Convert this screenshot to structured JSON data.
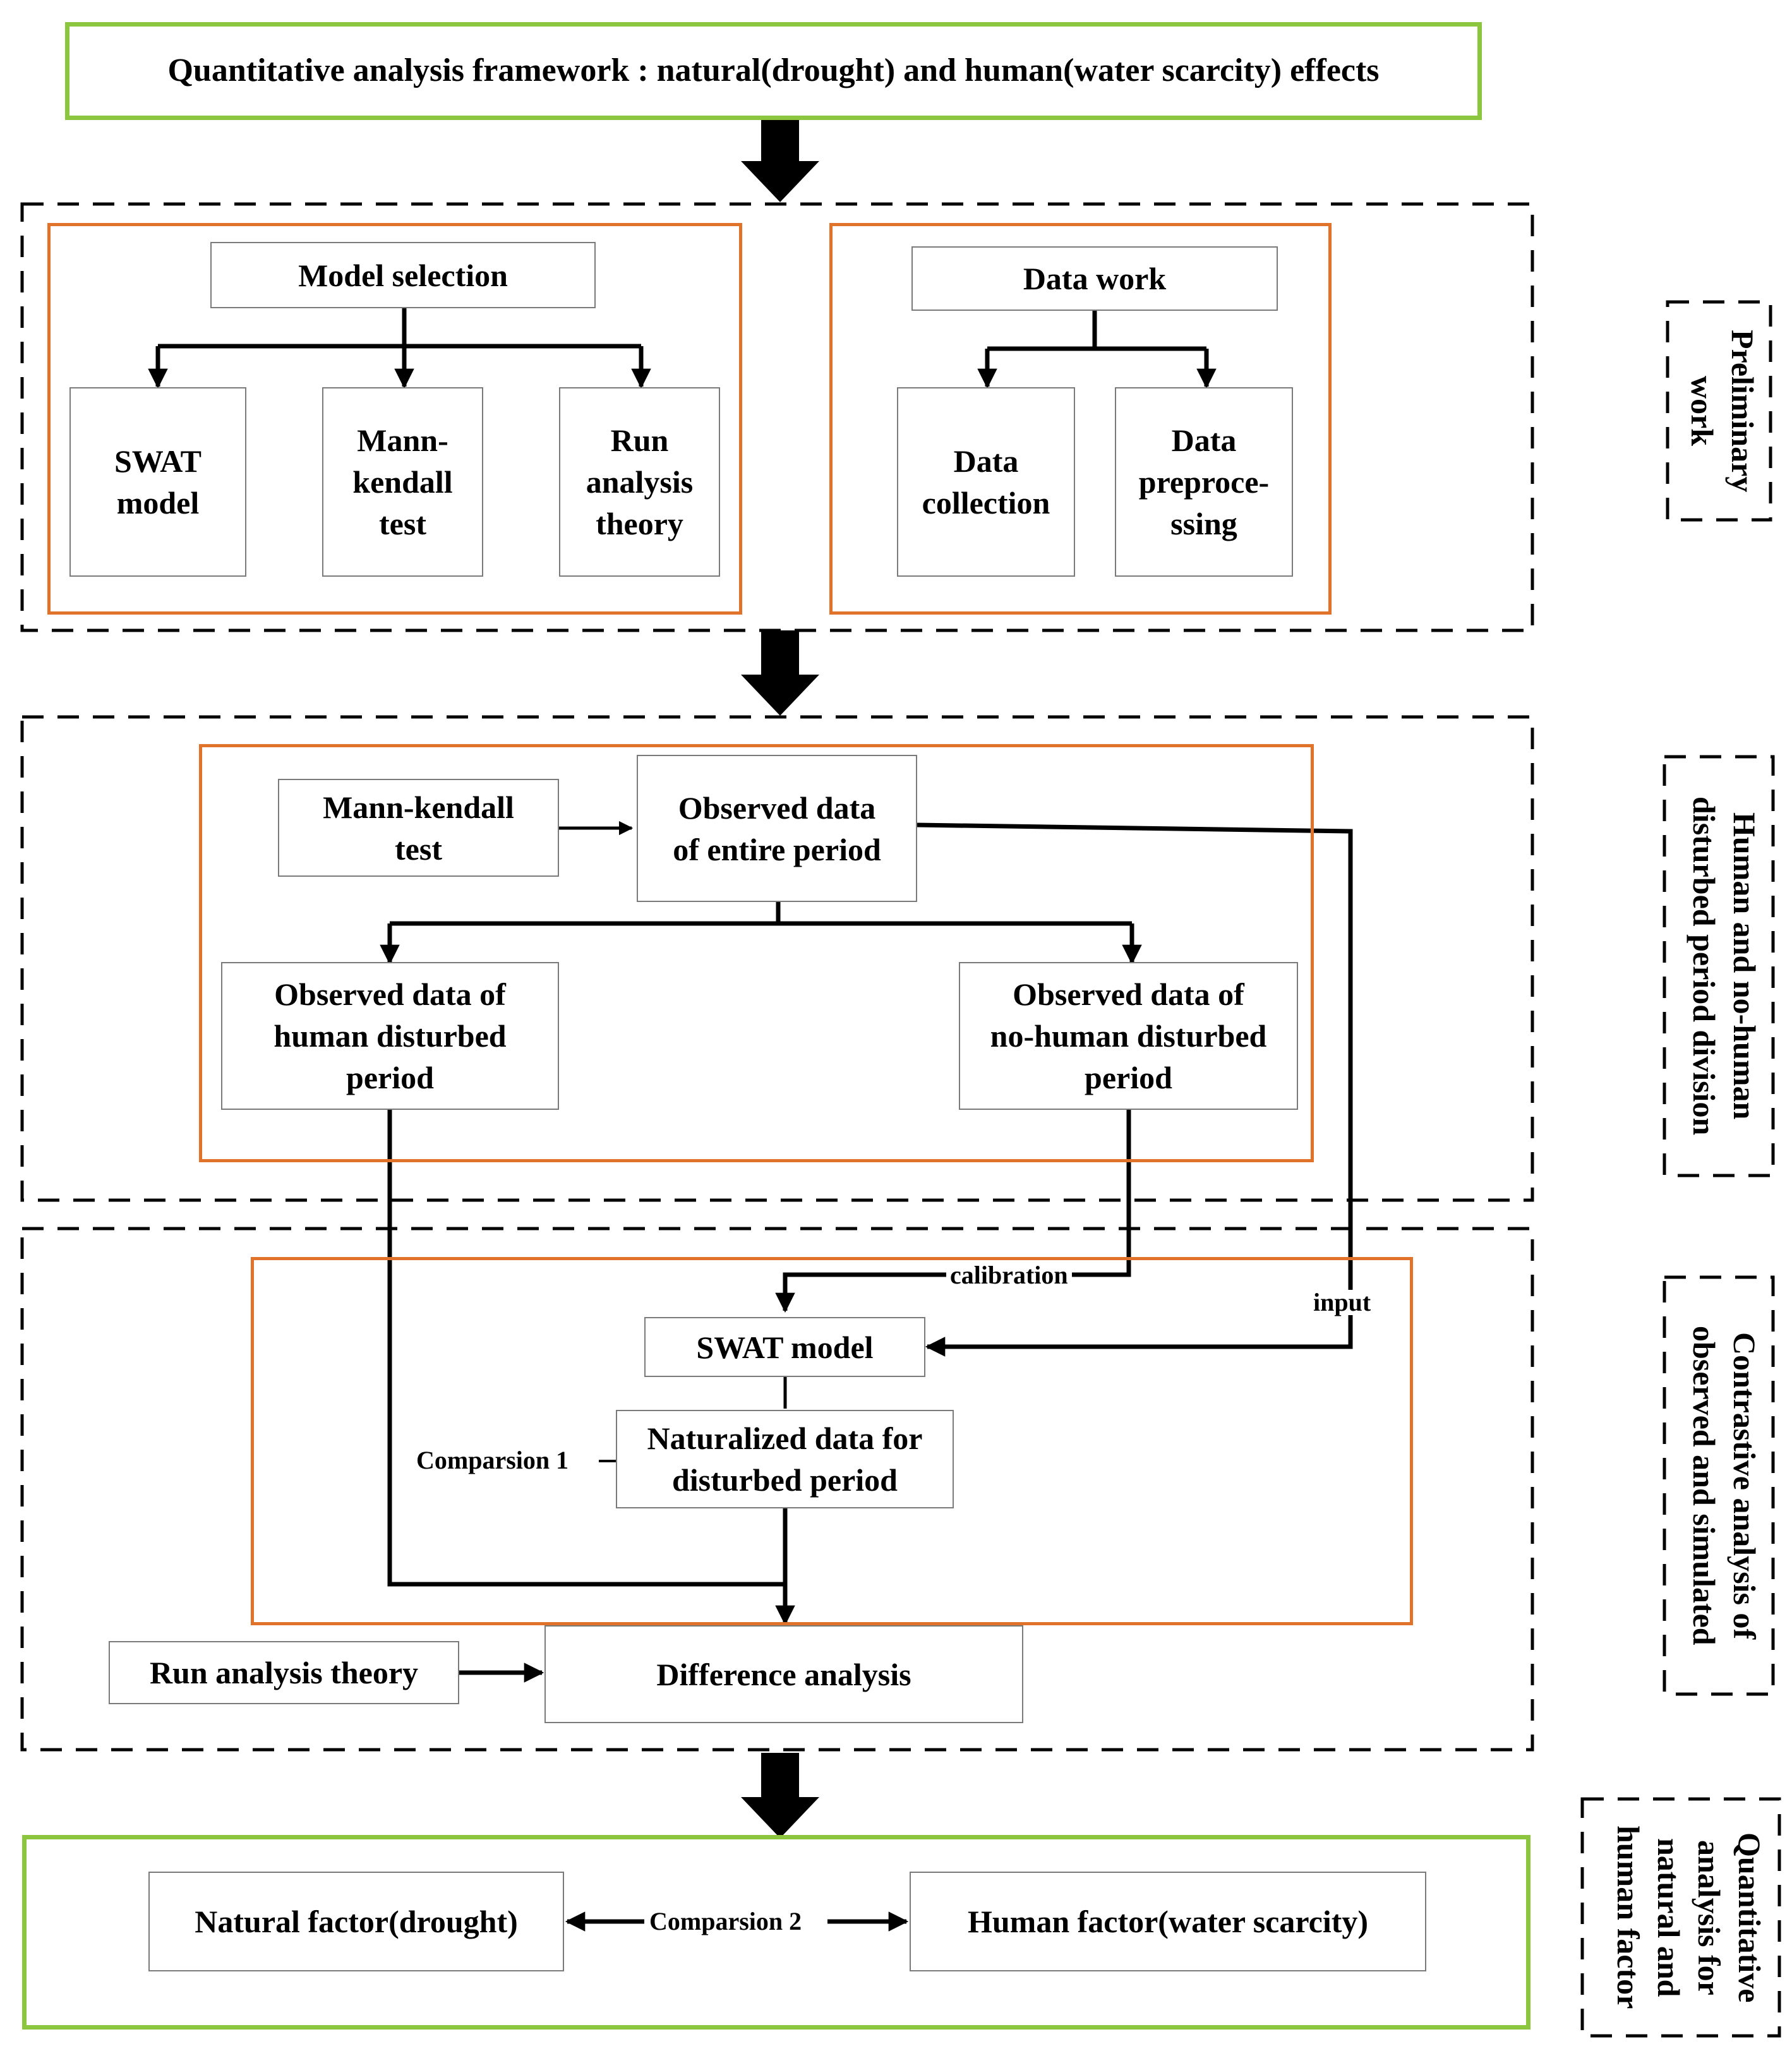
{
  "title": "Quantitative analysis framework : natural(drought) and human(water scarcity) effects",
  "sections": {
    "preliminary": "Preliminary\nwork",
    "division": "Human and no-human\ndisturbed period division",
    "contrastive": "Contrastive analysis of\nobserved and simulated",
    "quantitative": "Quantitative\nanalysis for\nnatural and\nhuman factor"
  },
  "model_selection": {
    "header": "Model selection",
    "items": [
      "SWAT\nmodel",
      "Mann-\nkendall\ntest",
      "Run\nanalysis\ntheory"
    ]
  },
  "data_work": {
    "header": "Data work",
    "items": [
      "Data\ncollection",
      "Data\npreproce-\nssing"
    ]
  },
  "division": {
    "mk_test": "Mann-kendall\ntest",
    "observed_entire": "Observed data\nof entire period",
    "observed_human": "Observed data of\nhuman disturbed\nperiod",
    "observed_nohuman": "Observed data of\nno-human disturbed\nperiod"
  },
  "contrastive": {
    "swat": "SWAT model",
    "naturalized": "Naturalized data for\ndisturbed period",
    "run_theory": "Run analysis theory",
    "difference": "Difference analysis",
    "calibration": "calibration",
    "input": "input",
    "comparison1": "Comparsion 1"
  },
  "result": {
    "natural": "Natural factor(drought)",
    "human": "Human factor(water scarcity)",
    "comparison2": "Comparsion 2"
  }
}
